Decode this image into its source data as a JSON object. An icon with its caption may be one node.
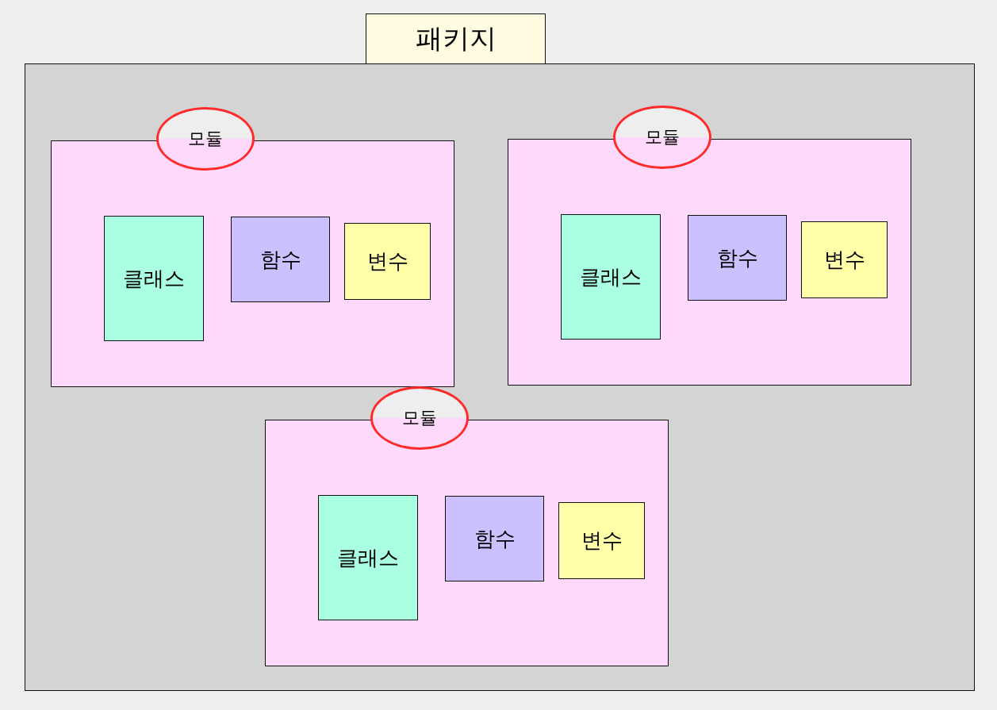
{
  "diagram": {
    "nodes": [
      {
        "text": [
          "패키지"
        ]
      },
      {
        "text": [
          "모듈"
        ],
        "in": 0
      },
      {
        "text": [
          "클래스"
        ],
        "in": 1
      },
      {
        "text": [
          "함수"
        ],
        "in": 1
      },
      {
        "text": [
          "변수"
        ],
        "in": 1
      },
      {
        "text": [
          "모듈"
        ],
        "in": 0
      },
      {
        "text": [
          "클래스"
        ],
        "in": 5
      },
      {
        "text": [
          "함수"
        ],
        "in": 5
      },
      {
        "text": [
          "변수"
        ],
        "in": 5
      },
      {
        "text": [
          "모듈"
        ],
        "in": 0
      },
      {
        "text": [
          "클래스"
        ],
        "in": 9
      },
      {
        "text": [
          "함수"
        ],
        "in": 9
      },
      {
        "text": [
          "변수"
        ],
        "in": 9
      }
    ]
  }
}
